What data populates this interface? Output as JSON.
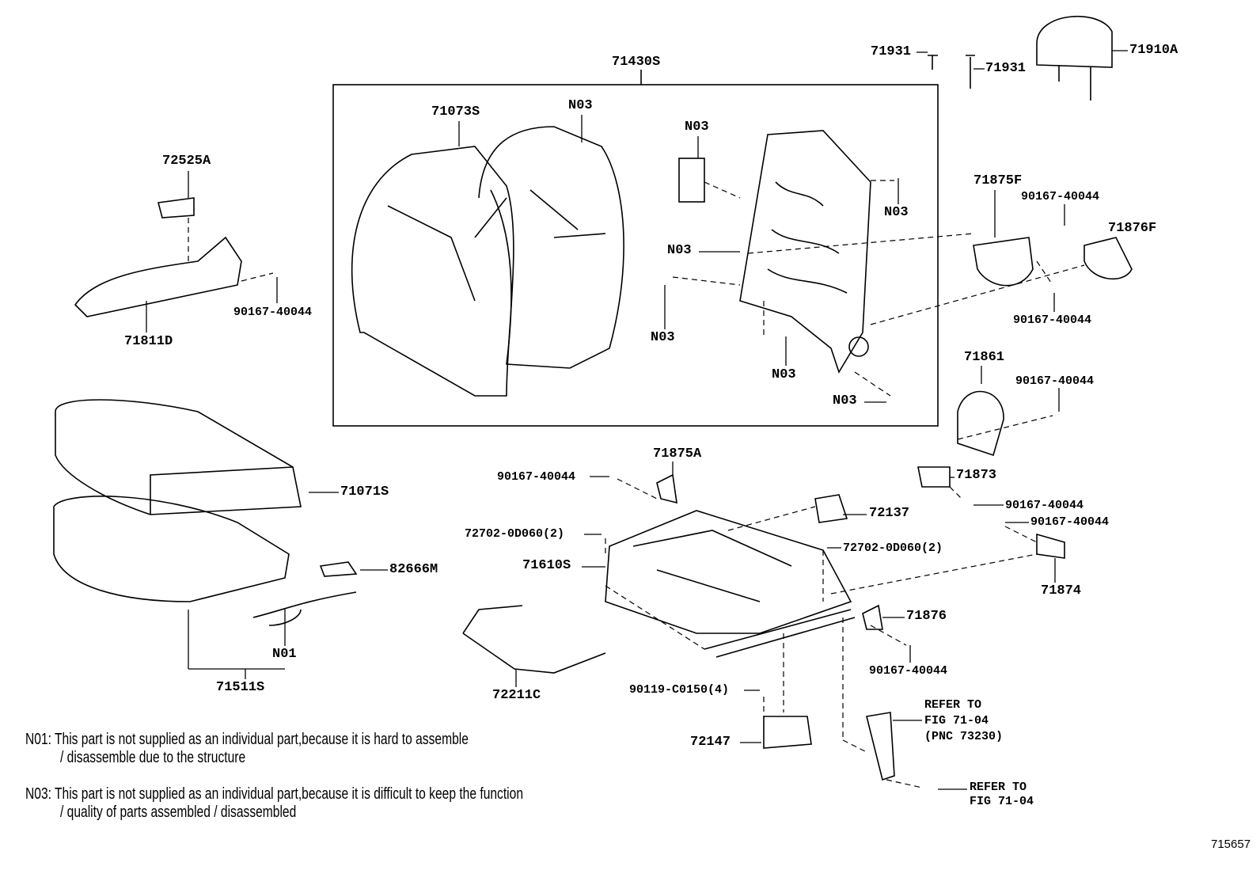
{
  "group_label": "71430S",
  "labels": {
    "l71073S": "71073S",
    "n03_a": "N03",
    "n03_b": "N03",
    "n03_c": "N03",
    "n03_d": "N03",
    "n03_e": "N03",
    "n03_f": "N03",
    "n03_g": "N03",
    "l72525A": "72525A",
    "bolt_1": "90167-40044",
    "l71811D": "71811D",
    "l71931_a": "71931",
    "l71931_b": "71931",
    "l71910A": "71910A",
    "l71875F": "71875F",
    "bolt_2": "90167-40044",
    "l71876F": "71876F",
    "bolt_3": "90167-40044",
    "l71861": "71861",
    "bolt_4": "90167-40044",
    "l71875A": "71875A",
    "bolt_5": "90167-40044",
    "l71071S": "71071S",
    "l71873": "71873",
    "bolt_6": "90167-40044",
    "bolt_7": "90167-40044",
    "l72137": "72137",
    "l72702_a": "72702-0D060(2)",
    "l72702_b": "72702-0D060(2)",
    "l71610S": "71610S",
    "l82666M": "82666M",
    "l71874": "71874",
    "l71876": "71876",
    "bolt_8": "90167-40044",
    "n01": "N01",
    "l71511S": "71511S",
    "l72211C": "72211C",
    "l90119": "90119-C0150(4)",
    "l72147": "72147",
    "refer_1": [
      "REFER TO",
      "FIG 71-04",
      "(PNC 73230)"
    ],
    "refer_2": [
      "REFER TO",
      "FIG 71-04"
    ]
  },
  "notes": {
    "n01_line1": "N01: This part is not supplied as an individual part,because it is hard to assemble",
    "n01_line2": "/ disassemble due to the structure",
    "n03_line1": "N03: This part is not supplied as an individual part,because it is difficult to keep the function",
    "n03_line2": "/ quality of parts assembled / disassembled"
  },
  "figure_id": "715657"
}
